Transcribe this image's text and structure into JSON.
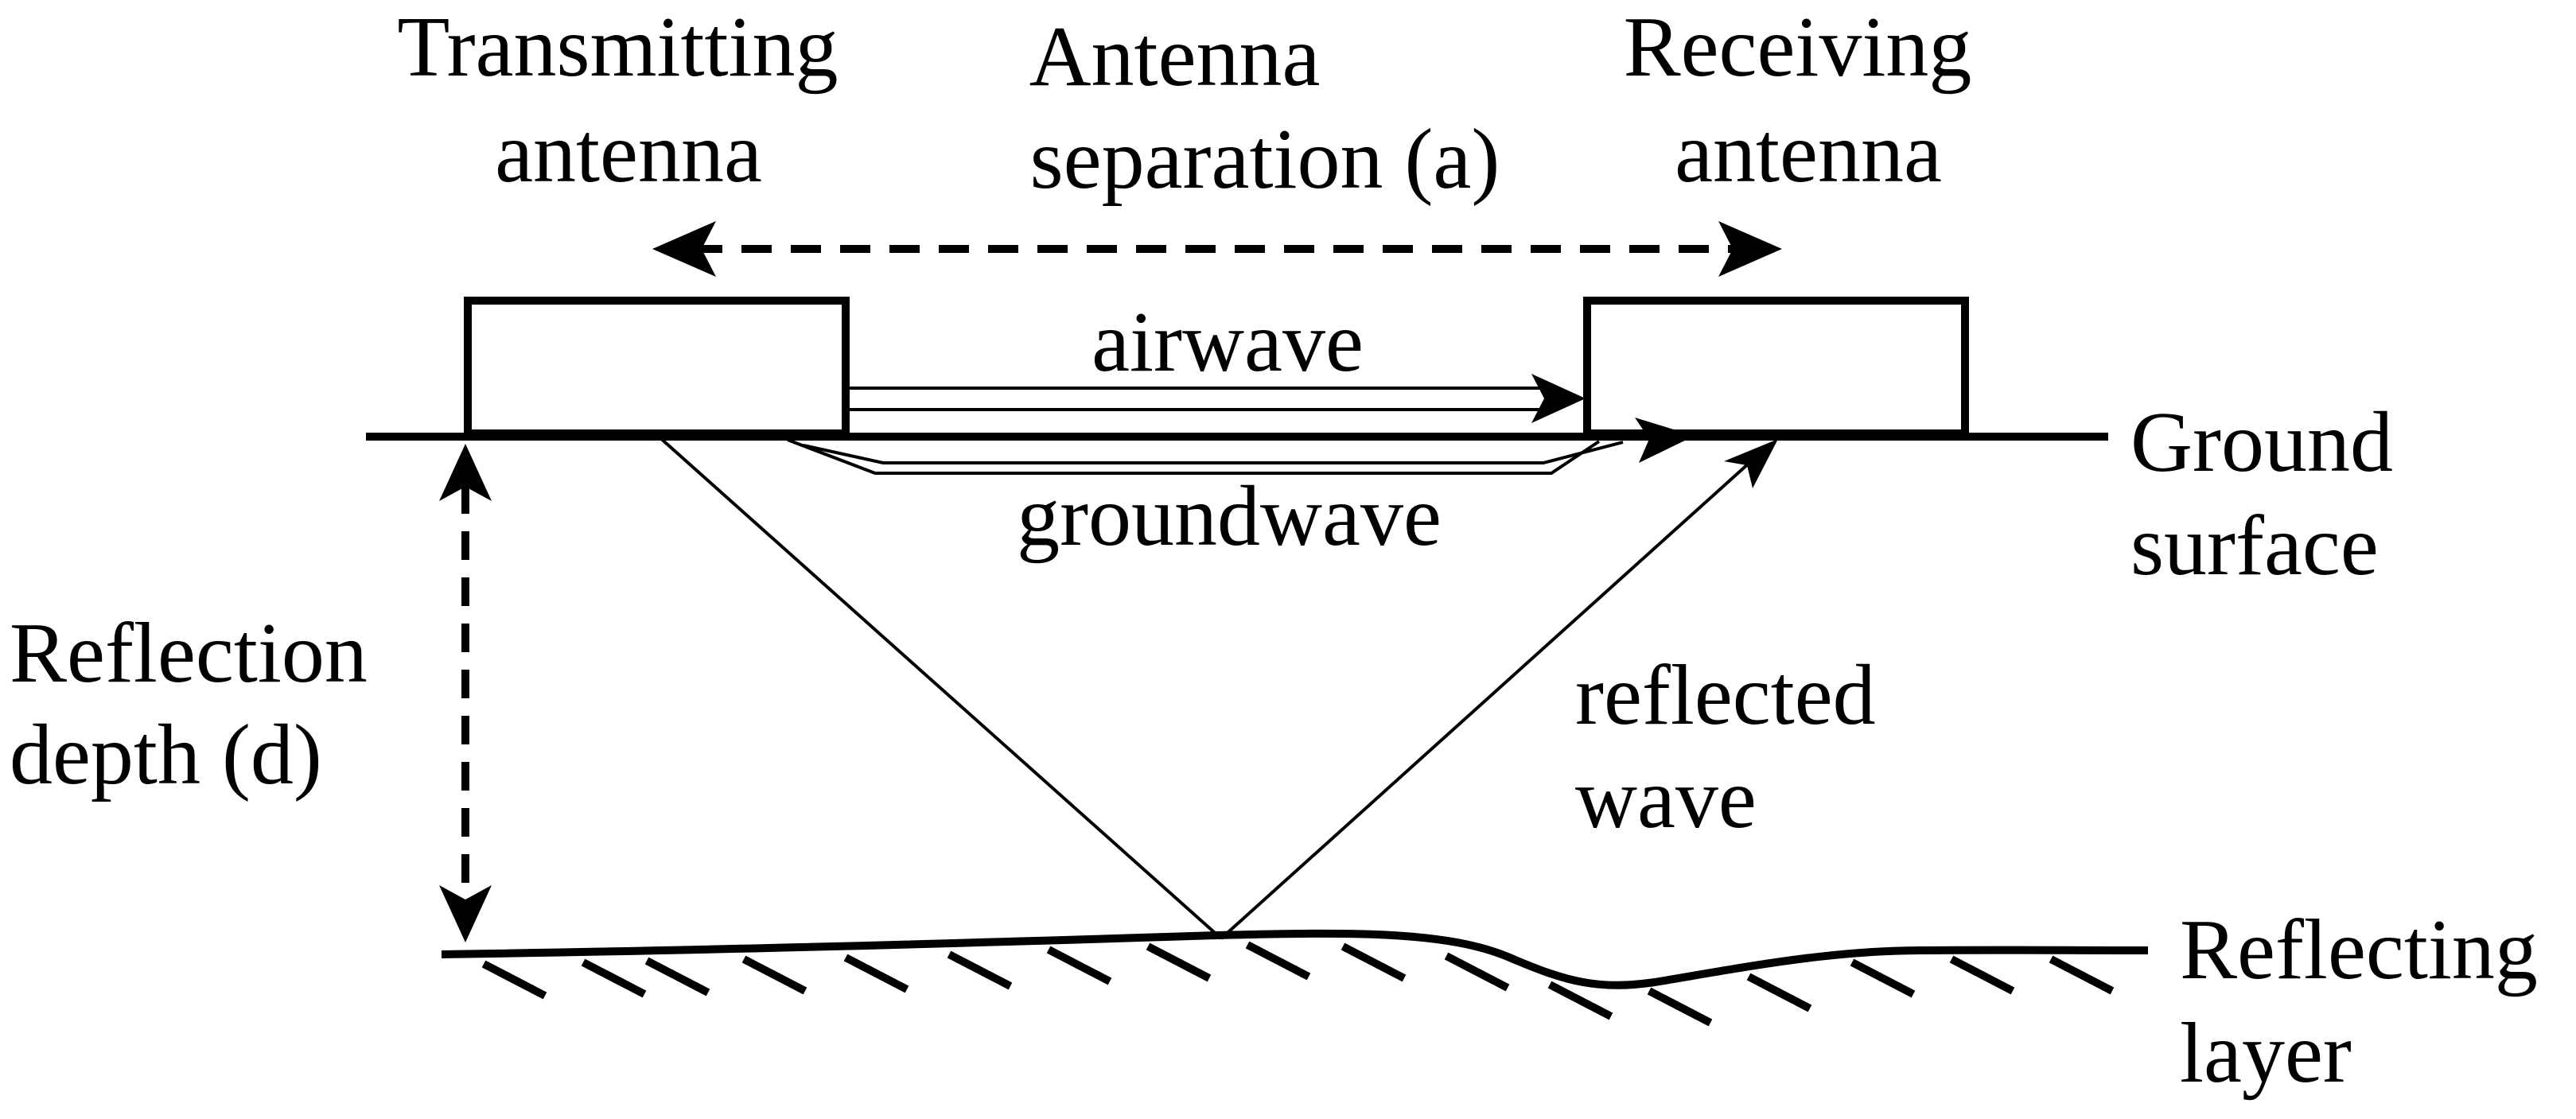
{
  "labels": {
    "transmitting_antenna": [
      "Transmitting",
      "antenna"
    ],
    "antenna_separation": [
      "Antenna",
      "separation (a)"
    ],
    "receiving_antenna": [
      "Receiving",
      "antenna"
    ],
    "airwave": "airwave",
    "groundwave": "groundwave",
    "ground_surface": [
      "Ground",
      "surface"
    ],
    "reflection_depth": [
      "Reflection",
      "depth (d)"
    ],
    "reflected_wave": [
      "reflected",
      "wave"
    ],
    "reflecting_layer": [
      "Reflecting",
      "layer"
    ]
  },
  "colors": {
    "ink": "#000000",
    "background": "#ffffff"
  }
}
